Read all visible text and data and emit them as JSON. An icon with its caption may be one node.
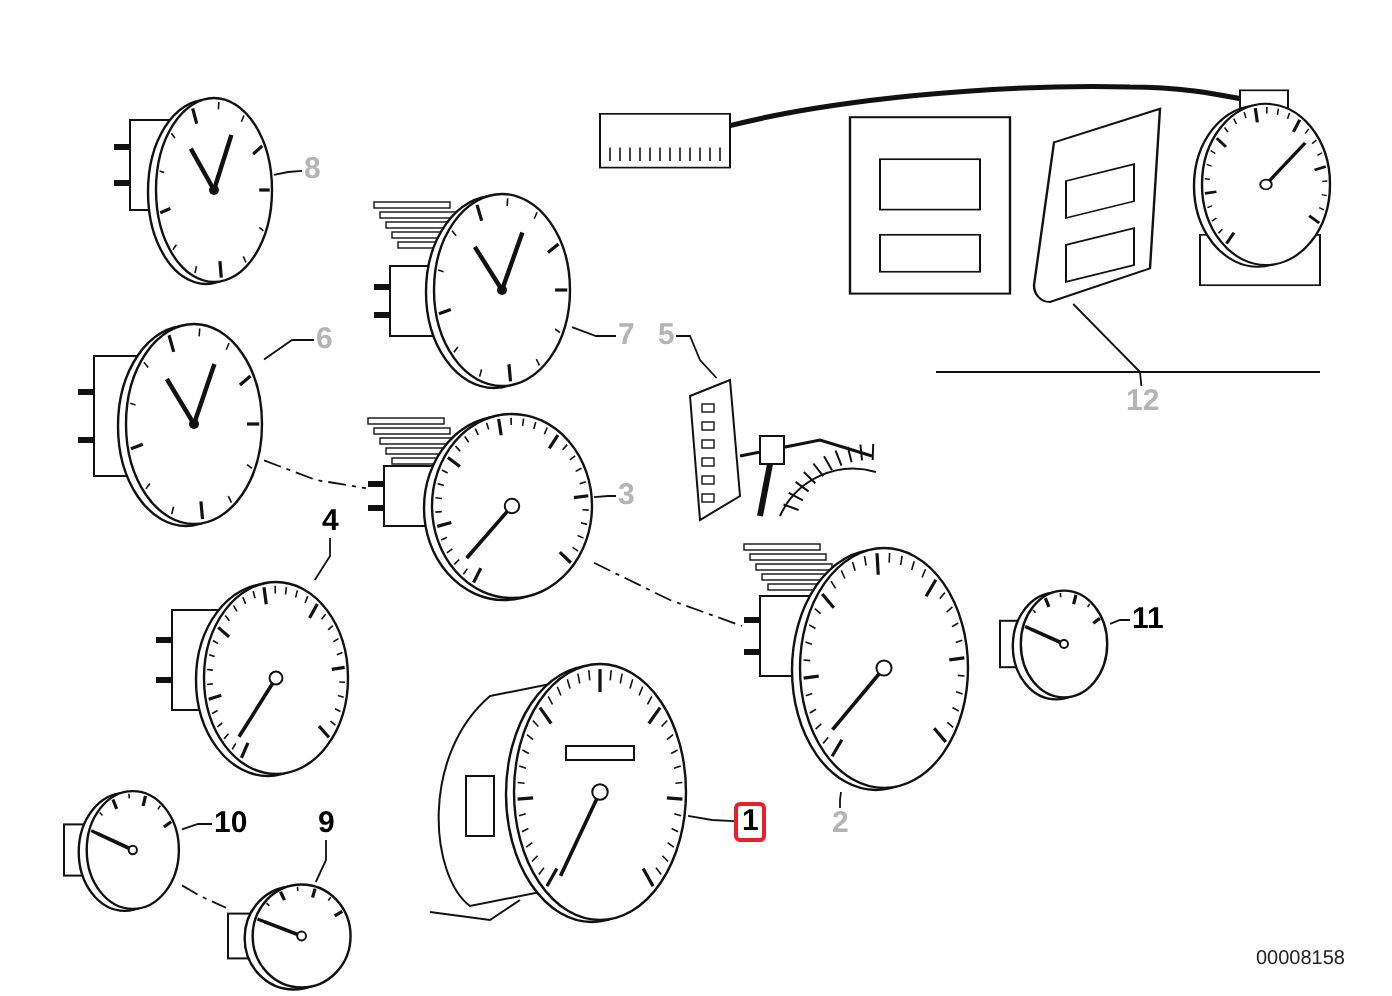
{
  "diagram": {
    "nodes": [
      {
        "text": [
          "8"
        ]
      },
      {
        "text": [
          "7"
        ]
      },
      {
        "text": [
          "5"
        ]
      },
      {
        "text": [
          "6"
        ]
      },
      {
        "text": [
          "12"
        ]
      },
      {
        "text": [
          "3"
        ]
      },
      {
        "text": [
          "4"
        ]
      },
      {
        "text": [
          "11"
        ]
      },
      {
        "text": [
          "1"
        ]
      },
      {
        "text": [
          "2"
        ]
      },
      {
        "text": [
          "10"
        ]
      },
      {
        "text": [
          "9"
        ]
      },
      {
        "text": [],
        "shape": "picture"
      },
      {
        "text": [],
        "shape": "picture"
      },
      {
        "text": [],
        "shape": "picture"
      },
      {
        "text": [],
        "shape": "picture"
      },
      {
        "text": [],
        "shape": "picture"
      },
      {
        "text": [],
        "shape": "picture"
      },
      {
        "text": [],
        "shape": "picture"
      },
      {
        "text": [],
        "shape": "picture"
      },
      {
        "text": [],
        "shape": "picture"
      },
      {
        "text": [],
        "shape": "picture"
      },
      {
        "text": [],
        "shape": "picture"
      },
      {
        "text": [],
        "shape": "picture"
      }
    ],
    "edges": [
      {
        "from": 0,
        "to": 12,
        "arrow": "none"
      },
      {
        "from": 1,
        "to": 13,
        "arrow": "none"
      },
      {
        "from": 2,
        "to": 14,
        "arrow": "none"
      },
      {
        "from": 3,
        "to": 15,
        "arrow": "none"
      },
      {
        "from": 4,
        "to": 16,
        "arrow": "none"
      },
      {
        "from": 5,
        "to": 17,
        "arrow": "none"
      },
      {
        "from": 6,
        "to": 18,
        "arrow": "none"
      },
      {
        "from": 7,
        "to": 19,
        "arrow": "none"
      },
      {
        "from": 8,
        "to": 20,
        "arrow": "none"
      },
      {
        "from": 9,
        "to": 21,
        "arrow": "none"
      },
      {
        "from": 10,
        "to": 22,
        "arrow": "none"
      },
      {
        "from": 11,
        "to": 23,
        "arrow": "none"
      },
      {
        "from": 15,
        "to": 17,
        "arrow": "none",
        "style": "dashed"
      },
      {
        "from": 17,
        "to": 21,
        "arrow": "none",
        "style": "dashed"
      },
      {
        "from": 22,
        "to": 23,
        "arrow": "none",
        "style": "dashed"
      }
    ],
    "labels": [
      "00008158"
    ]
  }
}
